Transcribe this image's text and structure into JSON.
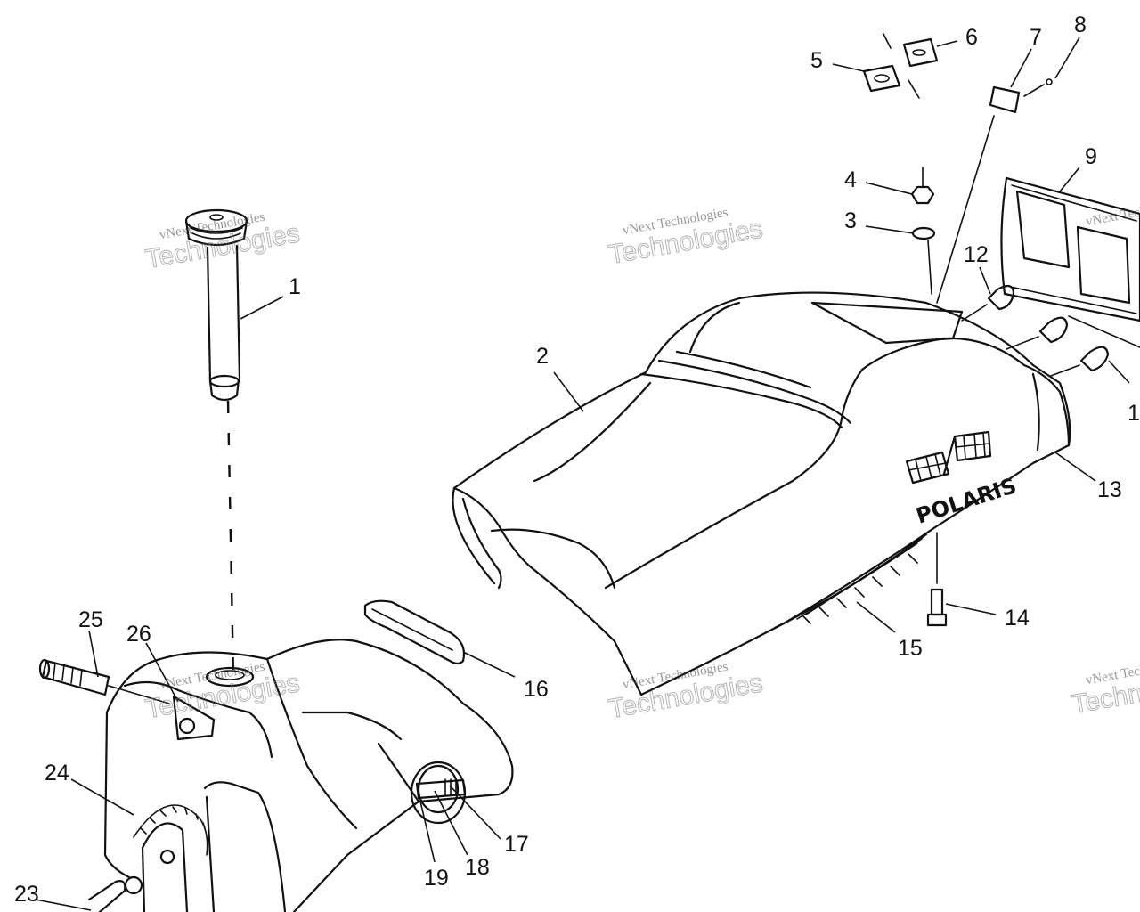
{
  "diagram": {
    "brand_text": "POLARIS",
    "watermark": {
      "line1": "vNext Technologies",
      "line2": "Technologies"
    },
    "part_labels": [
      "1",
      "2",
      "3",
      "4",
      "5",
      "6",
      "7",
      "8",
      "9",
      "12",
      "13",
      "14",
      "15",
      "16",
      "17",
      "18",
      "19",
      "23",
      "24",
      "25",
      "26",
      "1"
    ]
  }
}
